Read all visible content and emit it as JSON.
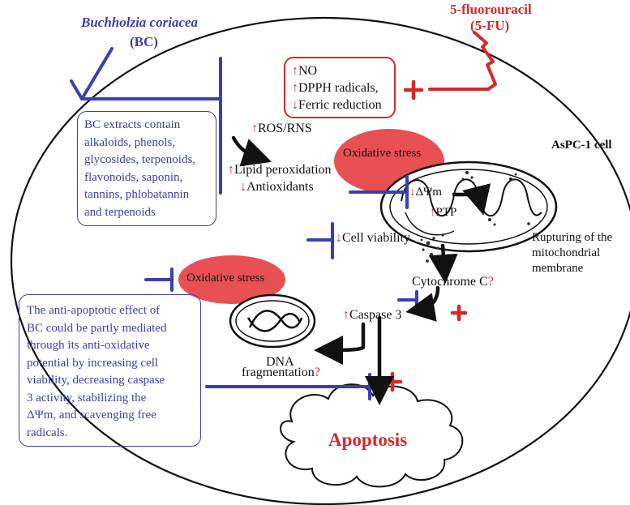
{
  "labels": {
    "bc_name": "Buchholzia coriacea",
    "bc_abbr": "(BC)",
    "fu_name": "5-fluorouracil",
    "fu_abbr": "(5-FU)",
    "cell_label": "AsPC-1 cell",
    "apoptosis": "Apoptosis",
    "oxidative_stress_1": "Oxidative stress",
    "oxidative_stress_2": "Oxidative stress",
    "ros_rns": "ROS/RNS",
    "lipid_peroxidation": "Lipid peroxidation",
    "antioxidants": "Antioxidants",
    "delta_psi": "ΔΨm",
    "ptp": "PTP",
    "cell_viability": "Cell viability",
    "rupturing_1": "Rupturing of the",
    "rupturing_2": "mitochondrial",
    "rupturing_3": "membrane",
    "cytochrome": "Cytochrome C",
    "cyto_q": "?",
    "caspase": "Caspase 3",
    "dna_1": "DNA",
    "dna_2": "fragmentation",
    "dna_q": "?",
    "up": "↑",
    "down": "↓"
  },
  "fu_box": {
    "line1": "NO",
    "line2": "DPPH radicals,",
    "line3": "Ferric reduction"
  },
  "bc_box": {
    "lines": [
      "BC extracts contain",
      "alkaloids, phenols,",
      "glycosides, terpenoids,",
      "flavonoids, saponin,",
      "tannins, phlobatannin",
      "and terpenoids"
    ]
  },
  "mech_box": {
    "lines": [
      "The anti-apoptotic effect of",
      "BC could be partly mediated",
      "through its anti-oxidative",
      "potential by increasing cell",
      "viability, decreasing caspase",
      "3 activity, stabilizing the",
      "ΔΨm, and scavenging free",
      "radicals."
    ]
  },
  "plus": "+",
  "colors": {
    "inhibit_blue": "#3a3fb0",
    "activate_red": "#d62828",
    "oxidative_fill": "#e8474b",
    "arrow_black": "#111111"
  }
}
